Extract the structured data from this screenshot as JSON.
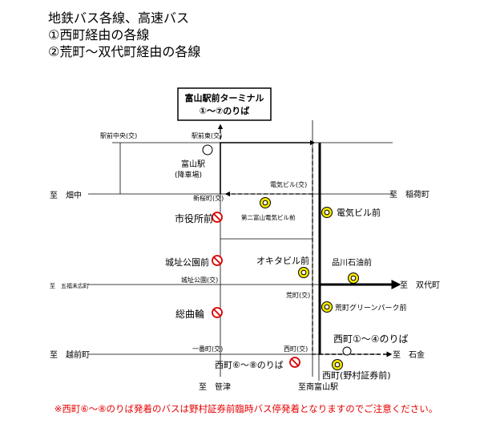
{
  "header": {
    "line1": "地鉄バス各線、高速バス",
    "line2": "①西町経由の各線",
    "line3": "②荒町～双代町経由の各線"
  },
  "terminal": {
    "line1": "富山駅前ターミナル",
    "line2": "①～⑦のりば"
  },
  "intersections": {
    "ekimae_chuo": "駅前中央(交)",
    "ekimae_higashi": "駅前東(交)",
    "denki_bldg": "電気ビル(交)",
    "shin_sakura": "新桜町(交)",
    "joshi_koen": "城址公園(交)",
    "aramachi": "荒町(交)",
    "ichibancho": "一番町(交)",
    "nishicho": "西町(交)"
  },
  "station": {
    "line1": "富山駅",
    "line2": "(降車場)"
  },
  "directions": {
    "hatanaka": "至　畑中",
    "inarimachi": "至　稲荷町",
    "gofuku": "至　五福末広町",
    "sotaimachi": "至　双代町",
    "echizenmachi": "至　越前町",
    "ishikin": "至　石金",
    "sasazu": "至　笹津",
    "minami_toyama": "至南富山駅"
  },
  "stops": {
    "shiyakusho": "市役所前",
    "daini_denki": "第二富山電気ビル前",
    "denki_bldg_mae": "電気ビル前",
    "joshi_koen_mae": "城址公園前",
    "okita_bldg": "オキタビル前",
    "shinagawa": "品川石油前",
    "aramachi_green": "荒町グリーンパーク前",
    "sogawa": "総曲輪",
    "nishicho_1_4": "西町①～④のりば",
    "nishicho_6_8": "西町⑥～⑧のりば",
    "nishicho_nomura": "西町(野村証券前)"
  },
  "notice": "※西町⑥～⑧のりば発着のバスは野村証券前臨時バス停発着となりますのでご注意ください。",
  "colors": {
    "stop_yellow": "#f5e600",
    "no_stop_red": "#d80000",
    "notice_red": "#e60000"
  }
}
